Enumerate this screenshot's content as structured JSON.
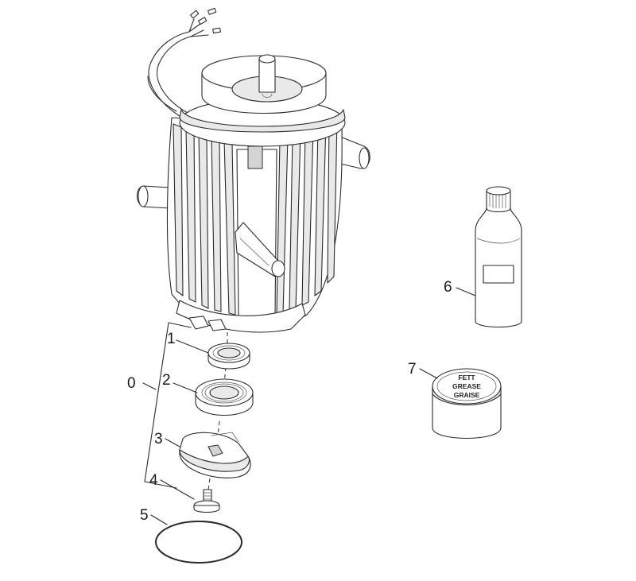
{
  "callouts": [
    {
      "id": "0",
      "label": "0"
    },
    {
      "id": "1",
      "label": "1"
    },
    {
      "id": "2",
      "label": "2"
    },
    {
      "id": "3",
      "label": "3"
    },
    {
      "id": "4",
      "label": "4"
    },
    {
      "id": "5",
      "label": "5"
    },
    {
      "id": "6",
      "label": "6"
    },
    {
      "id": "7",
      "label": "7"
    }
  ],
  "grease_can": {
    "label_lines": [
      "FETT",
      "GREASE",
      "GRAISE"
    ]
  },
  "icons": [
    "electric-motor",
    "ball-bearing",
    "ball-bearing",
    "bearing-cover",
    "screw",
    "o-ring",
    "oil-bottle",
    "grease-can"
  ]
}
